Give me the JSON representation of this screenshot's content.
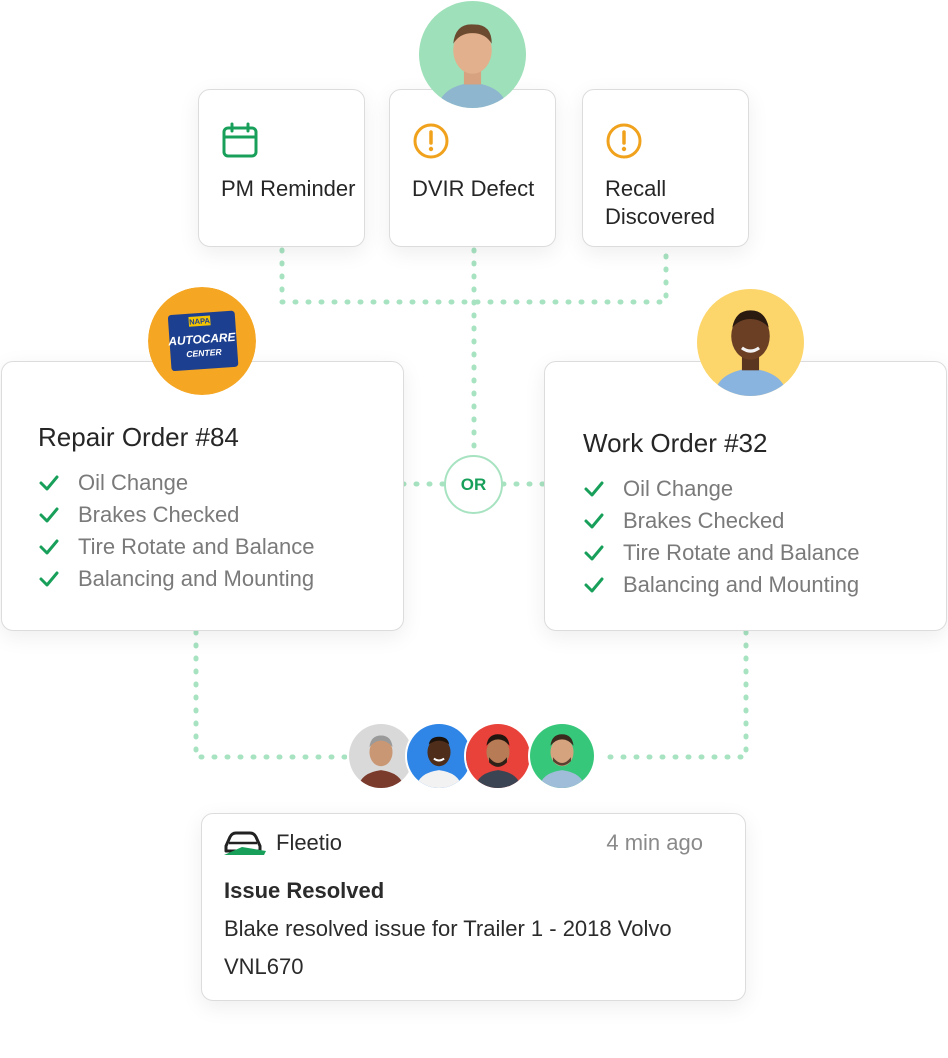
{
  "triggers": [
    {
      "icon": "calendar-icon",
      "label": "PM Reminder"
    },
    {
      "icon": "alert-circle-icon",
      "label": "DVIR Defect"
    },
    {
      "icon": "alert-circle-icon",
      "label": "Recall Discovered"
    }
  ],
  "repair_order": {
    "title": "Repair Order #84",
    "vendor_logo": {
      "top": "NAPA",
      "middle": "AUTOCARE",
      "bottom": "CENTER"
    },
    "items": [
      "Oil Change",
      "Brakes Checked",
      "Tire Rotate and Balance",
      "Balancing and Mounting"
    ]
  },
  "work_order": {
    "title": "Work Order #32",
    "items": [
      "Oil Change",
      "Brakes Checked",
      "Tire Rotate and Balance",
      "Balancing and Mounting"
    ]
  },
  "or_label": "OR",
  "notification": {
    "app": "Fleetio",
    "time": "4 min ago",
    "title": "Issue Resolved",
    "body": "Blake resolved issue for Trailer 1 - 2018 Volvo VNL670"
  },
  "colors": {
    "green": "#18a05b",
    "amber": "#f0a21d",
    "connector": "#a7e3c1",
    "napa_blue": "#1d3f8f",
    "napa_orange": "#f5a623"
  }
}
